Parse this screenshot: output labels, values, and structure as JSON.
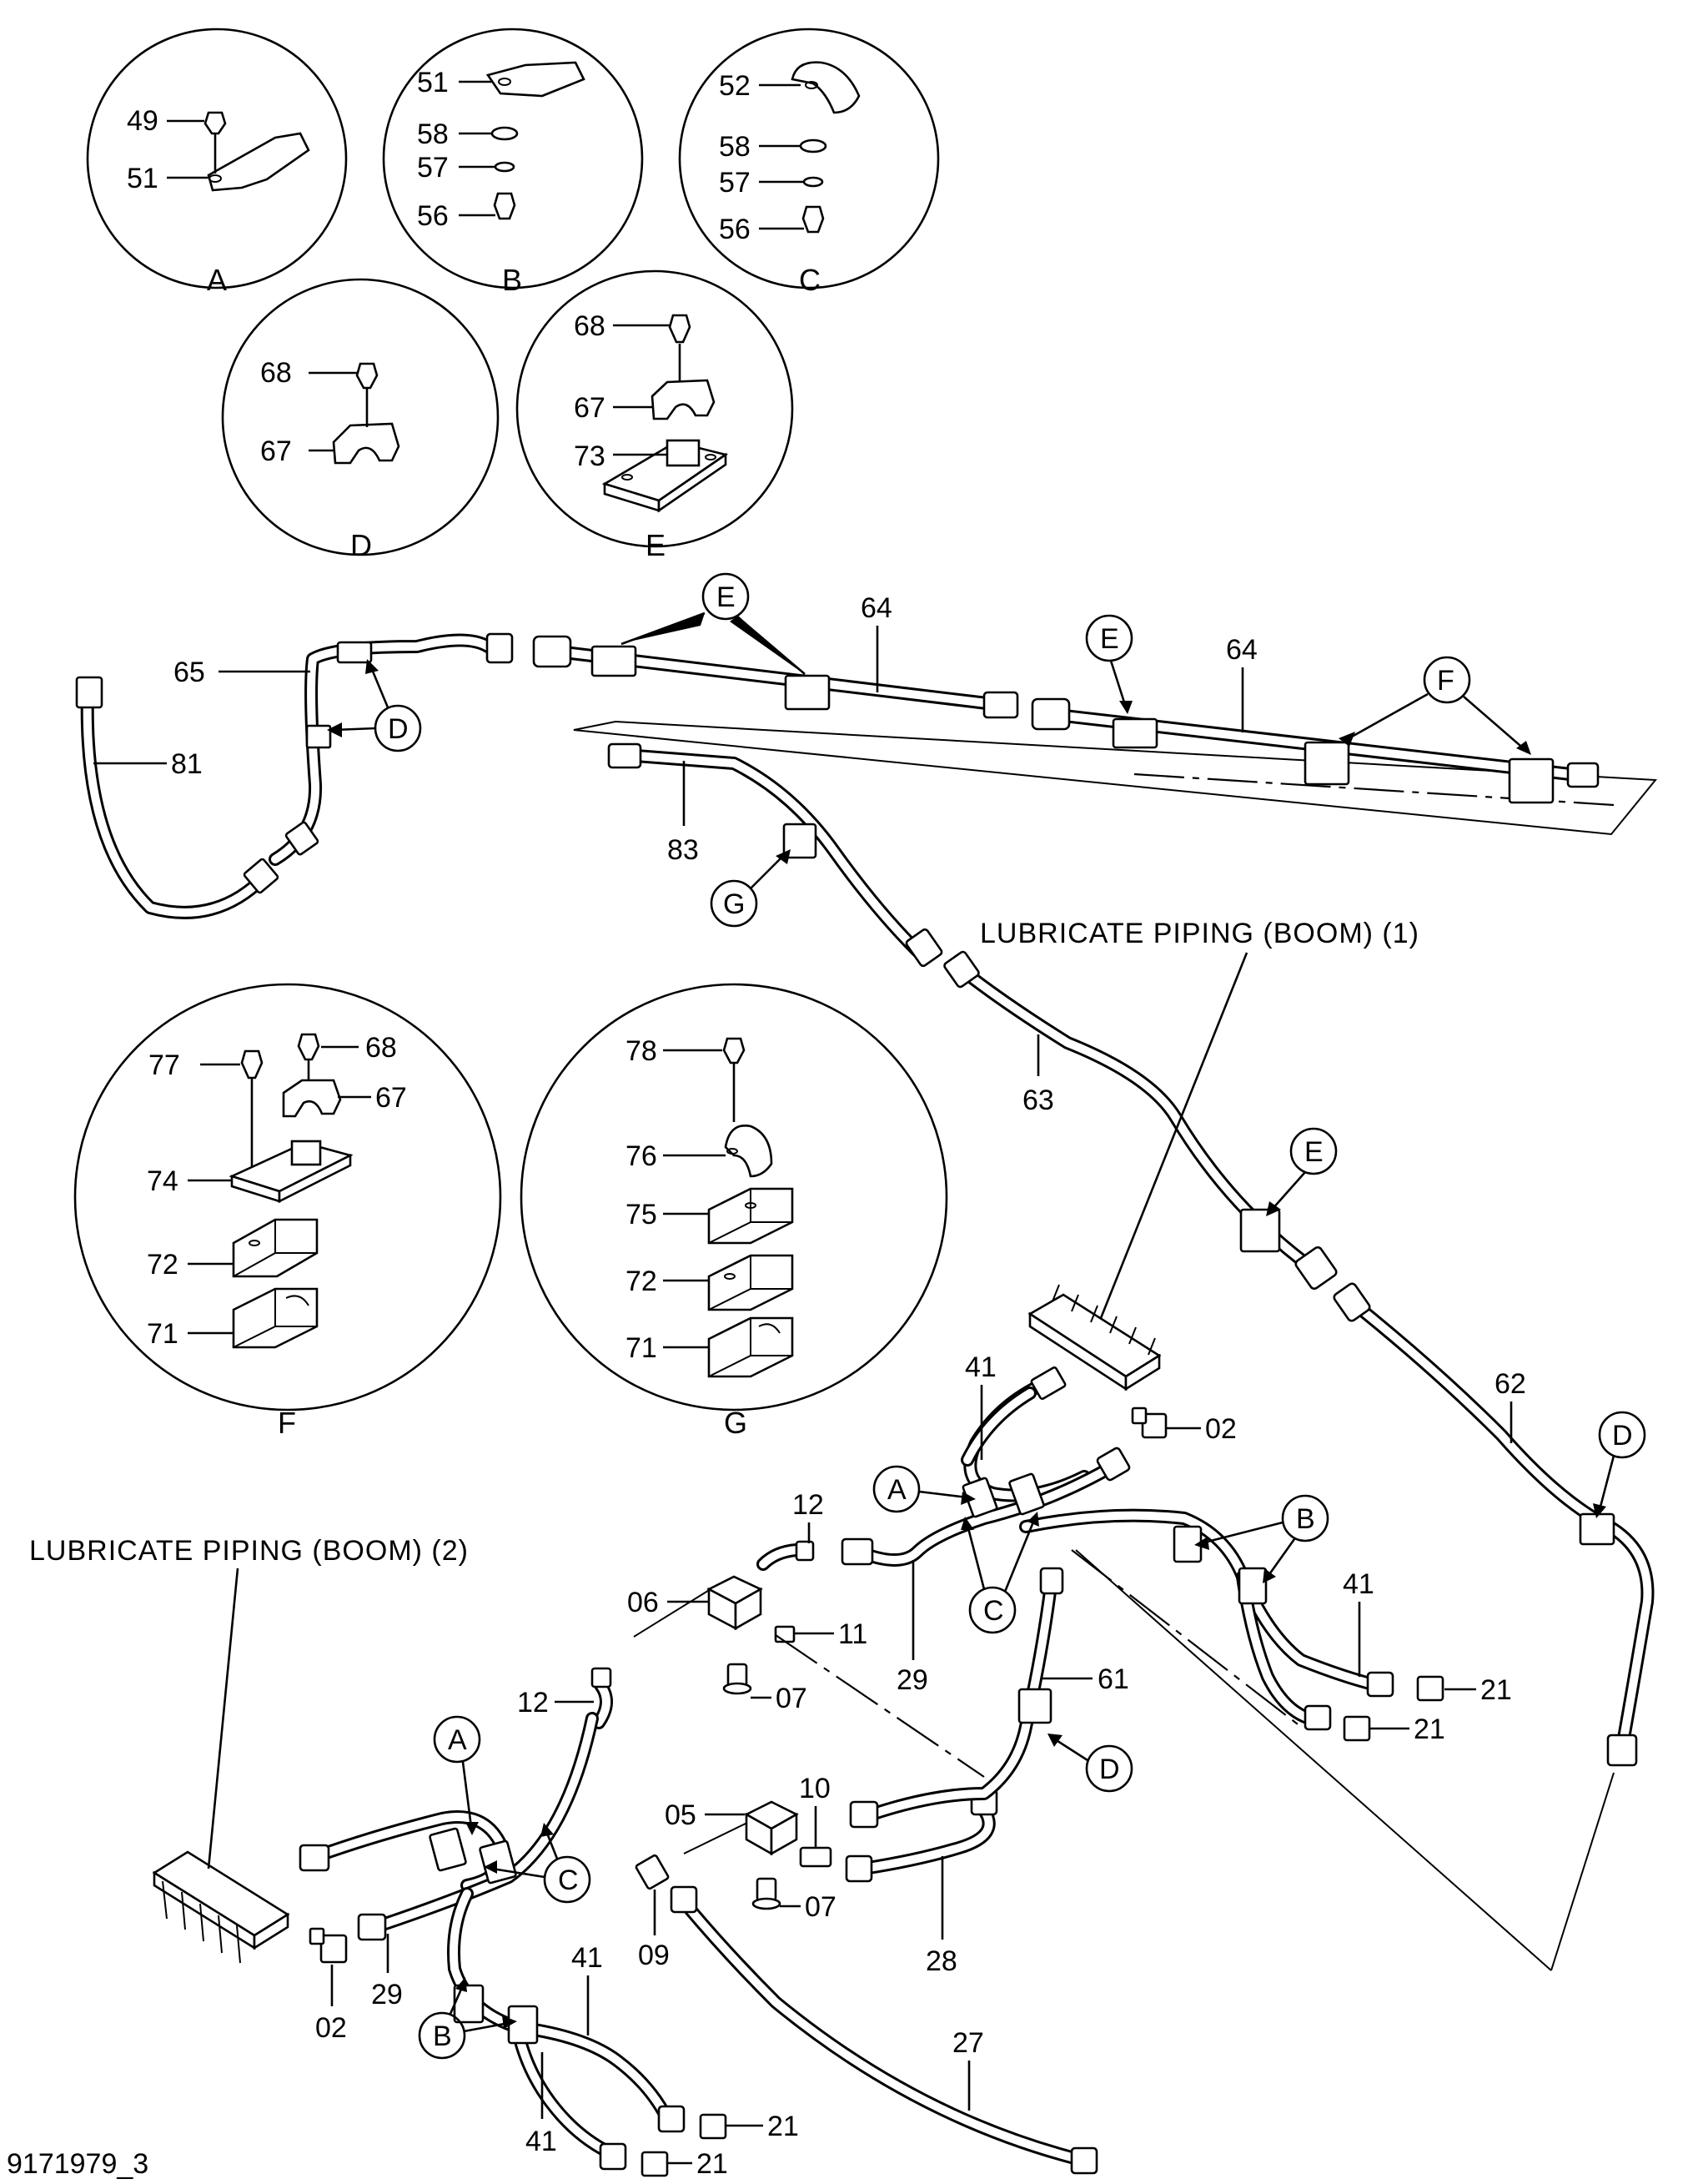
{
  "drawing_id": "9171979_3",
  "titles": {
    "boom1": "LUBRICATE PIPING (BOOM) (1)",
    "boom2": "LUBRICATE PIPING (BOOM) (2)"
  },
  "detail_views": {
    "A": {
      "caption": "A",
      "parts": [
        "49",
        "51"
      ]
    },
    "B": {
      "caption": "B",
      "parts": [
        "51",
        "58",
        "57",
        "56"
      ]
    },
    "C": {
      "caption": "C",
      "parts": [
        "52",
        "58",
        "57",
        "56"
      ]
    },
    "D": {
      "caption": "D",
      "parts": [
        "68",
        "67"
      ]
    },
    "E": {
      "caption": "E",
      "parts": [
        "68",
        "67",
        "73"
      ]
    },
    "F": {
      "caption": "F",
      "parts": [
        "77",
        "68",
        "67",
        "74",
        "72",
        "71"
      ]
    },
    "G": {
      "caption": "G",
      "parts": [
        "78",
        "76",
        "75",
        "72",
        "71"
      ]
    }
  },
  "callouts": {
    "E1": "E",
    "E2": "E",
    "E3": "E",
    "F1": "F",
    "D1": "D",
    "D2": "D",
    "D3": "D",
    "G1": "G",
    "A1": "A",
    "A2": "A",
    "B1": "B",
    "B2": "B",
    "C1": "C",
    "C2": "C"
  },
  "part_labels": {
    "p64a": "64",
    "p64b": "64",
    "p65": "65",
    "p81": "81",
    "p83": "83",
    "p63": "63",
    "p62": "62",
    "p41a": "41",
    "p02a": "02",
    "p12a": "12",
    "p06": "06",
    "p11": "11",
    "p29a": "29",
    "p12b": "12",
    "p07a": "07",
    "p61": "61",
    "p41b": "41",
    "p21a": "21",
    "p21b": "21",
    "p05": "05",
    "p10": "10",
    "p07b": "07",
    "p09": "09",
    "p28": "28",
    "p02b": "02",
    "p29b": "29",
    "p41c": "41",
    "p41d": "41",
    "p21c": "21",
    "p21d": "21",
    "p27": "27"
  }
}
